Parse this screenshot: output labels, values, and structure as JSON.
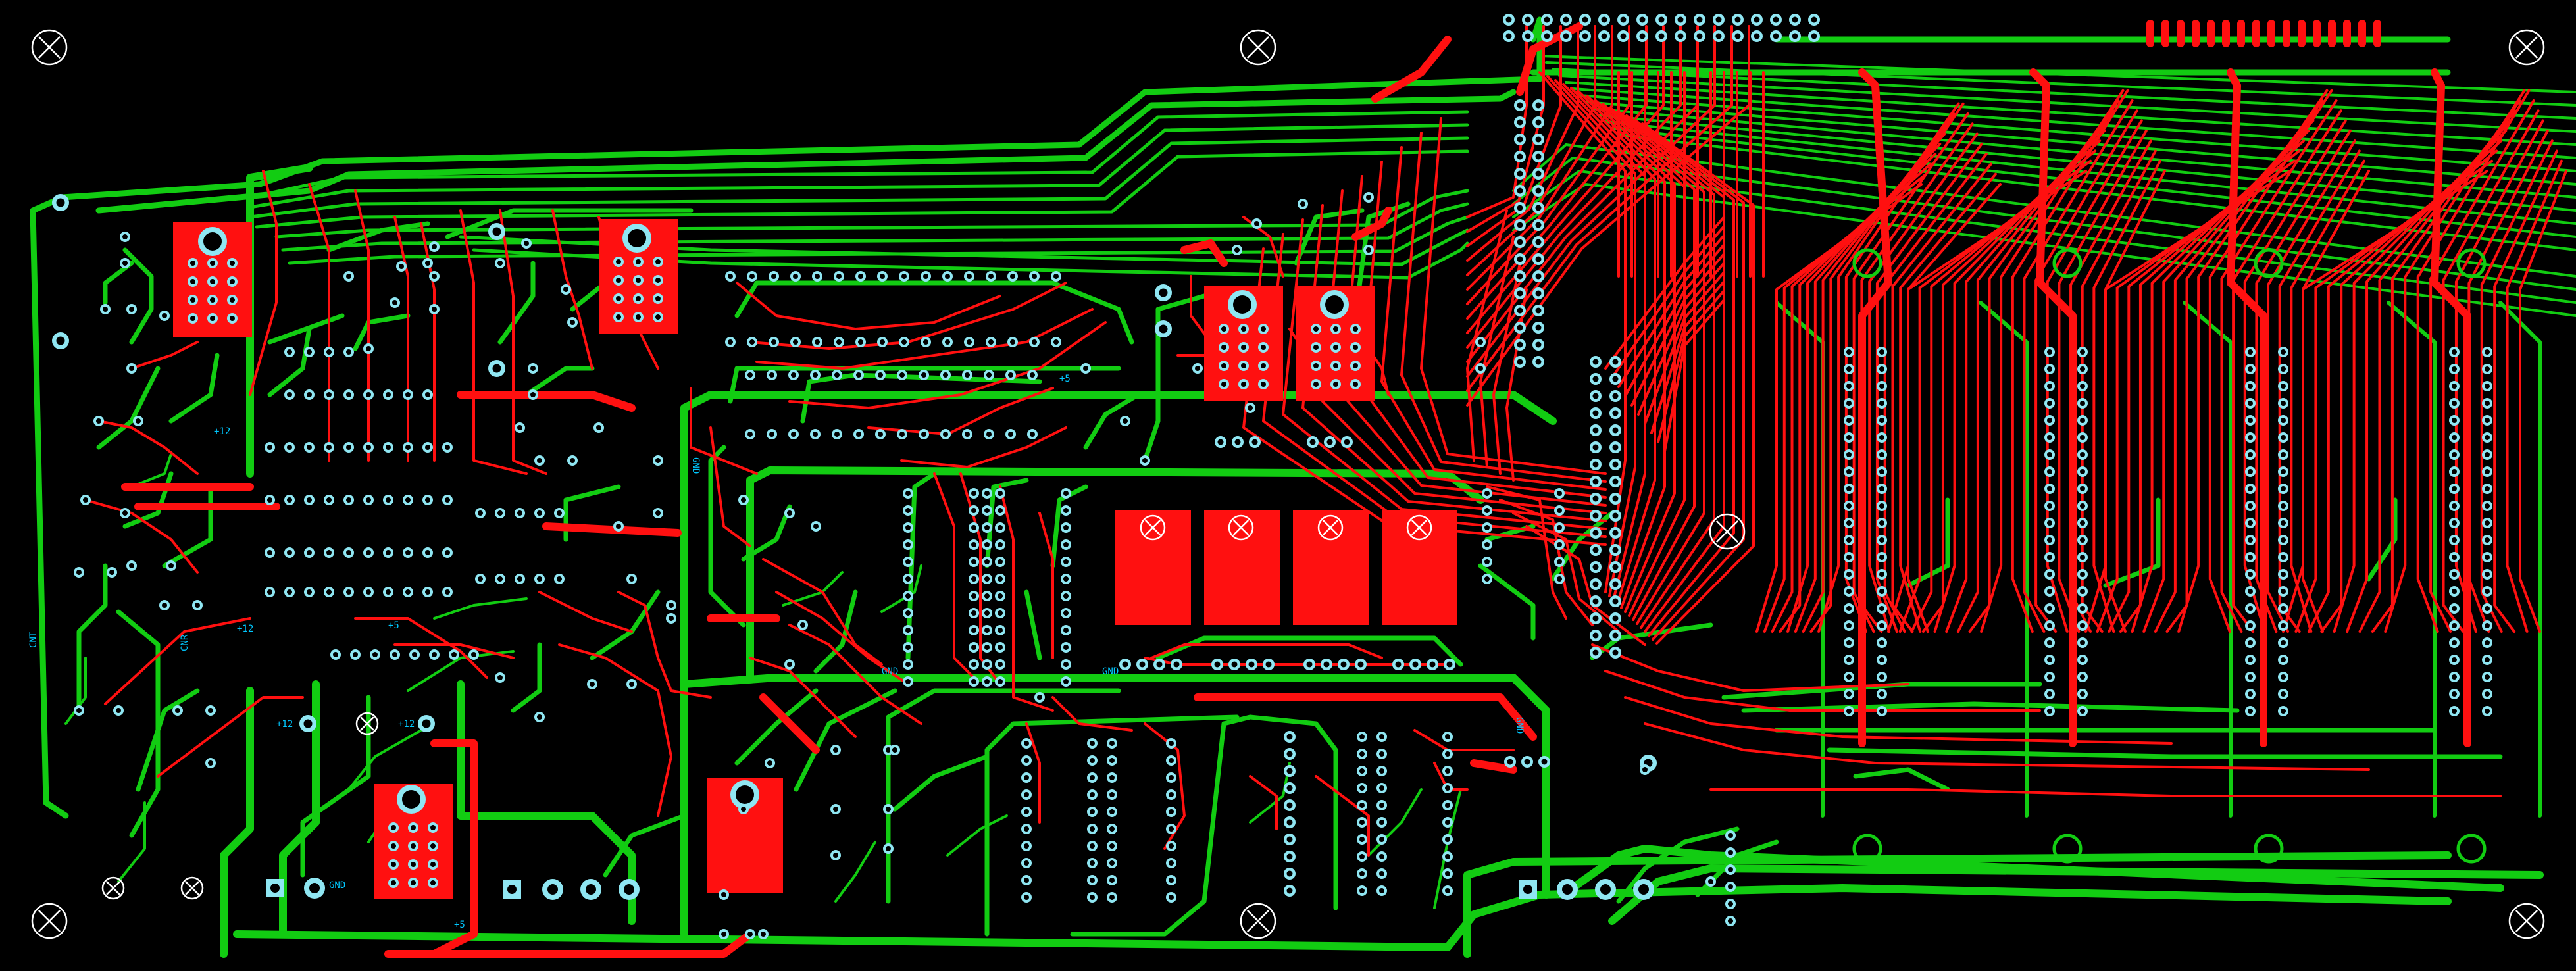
{
  "board": {
    "background": "#000000",
    "colors": {
      "top_copper": "#ff1010",
      "bottom_copper": "#12cc12",
      "pad_ring": "#8fe6f2",
      "pad_hole": "#000000",
      "silkscreen": "#00c8ff"
    },
    "icons": {
      "mounting_hole": "circle-cross-icon",
      "via": "ring-icon",
      "pad": "ring-icon",
      "square_pad": "square-pad-icon"
    },
    "silk_labels": {
      "gnd_1": "GND",
      "gnd_2": "GND",
      "gnd_3": "GND",
      "gnd_4": "GND",
      "gnd_5": "GND",
      "p5_1": "+5",
      "p5_2": "+5",
      "p5_3": "+5",
      "p12_1": "+12",
      "p12_2": "+12",
      "p12_3": "+12",
      "p12_4": "+12",
      "cnt": "CNT",
      "cnr": "CNR"
    }
  }
}
